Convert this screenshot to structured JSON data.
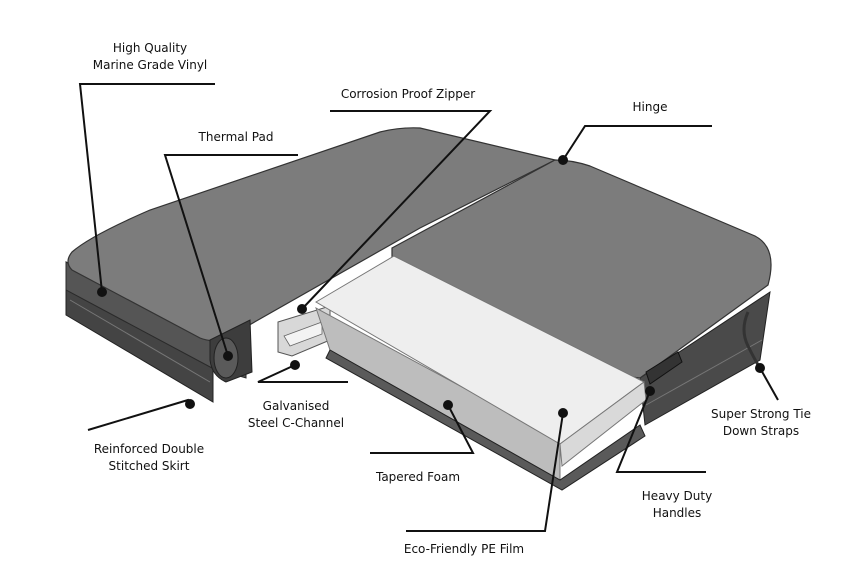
{
  "colors": {
    "vinyl_top": "#7c7c7c",
    "vinyl_side": "#4a4a4a",
    "foam": "#eeeeee",
    "leader": "#111111",
    "background": "#ffffff"
  },
  "labels": {
    "marine_vinyl": {
      "line1": "High Quality",
      "line2": "Marine Grade Vinyl"
    },
    "thermal_pad": {
      "line1": "Thermal Pad"
    },
    "zipper": {
      "line1": "Corrosion Proof Zipper"
    },
    "hinge": {
      "line1": "Hinge"
    },
    "tie_down": {
      "line1": "Super Strong Tie",
      "line2": "Down Straps"
    },
    "handles": {
      "line1": "Heavy Duty",
      "line2": "Handles"
    },
    "pe_film": {
      "line1": "Eco-Friendly PE Film"
    },
    "tapered_foam": {
      "line1": "Tapered Foam"
    },
    "c_channel": {
      "line1": "Galvanised",
      "line2": "Steel C-Channel"
    },
    "skirt": {
      "line1": "Reinforced Double",
      "line2": "Stitched Skirt"
    }
  }
}
